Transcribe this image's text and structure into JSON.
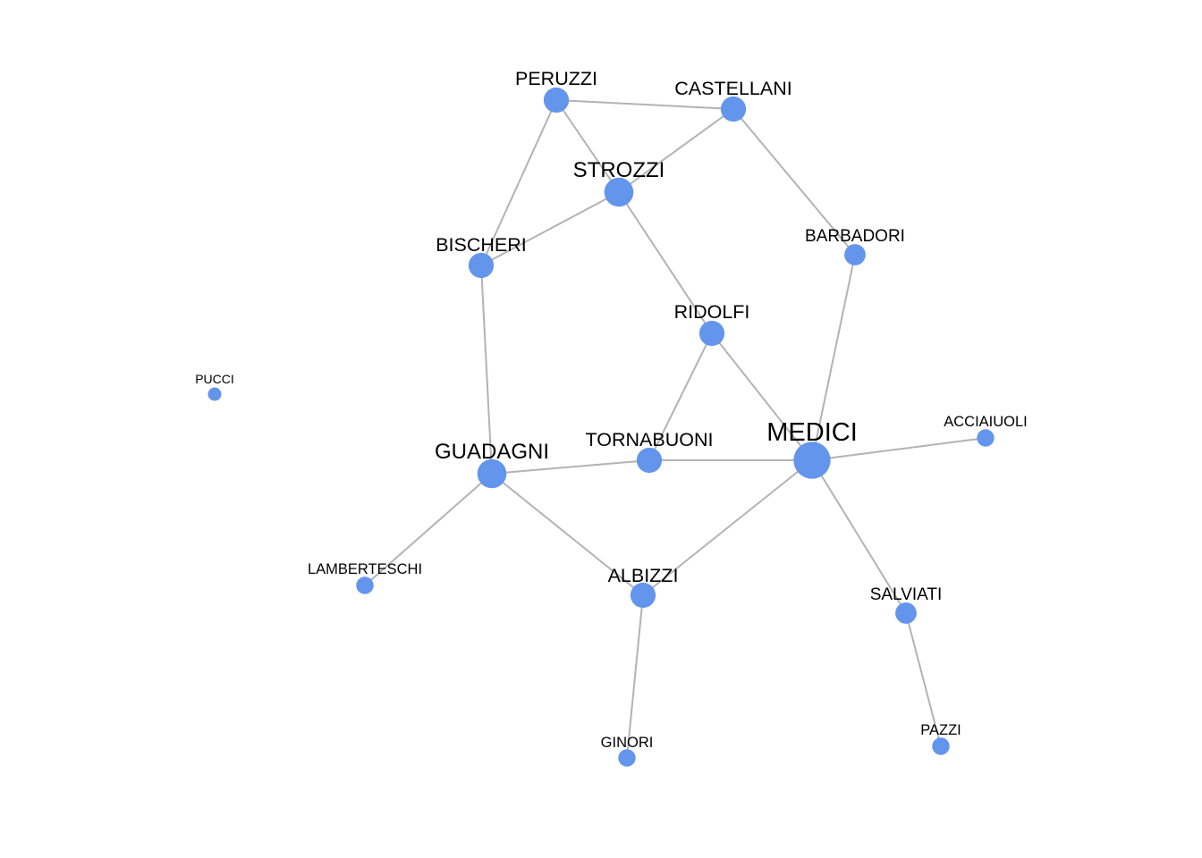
{
  "colors": {
    "background": "#ffffff",
    "node": "#6495ed",
    "edge": "#b3b3b3",
    "label": "#000000"
  },
  "nodes": [
    {
      "id": "PERUZZI",
      "label": "PERUZZI",
      "degree": 3
    },
    {
      "id": "CASTELLANI",
      "label": "CASTELLANI",
      "degree": 3
    },
    {
      "id": "STROZZI",
      "label": "STROZZI",
      "degree": 4
    },
    {
      "id": "BISCHERI",
      "label": "BISCHERI",
      "degree": 3
    },
    {
      "id": "BARBADORI",
      "label": "BARBADORI",
      "degree": 2
    },
    {
      "id": "RIDOLFI",
      "label": "RIDOLFI",
      "degree": 3
    },
    {
      "id": "PUCCI",
      "label": "PUCCI",
      "degree": 0
    },
    {
      "id": "TORNABUONI",
      "label": "TORNABUONI",
      "degree": 3
    },
    {
      "id": "MEDICI",
      "label": "MEDICI",
      "degree": 6
    },
    {
      "id": "ACCIAIUOLI",
      "label": "ACCIAIUOLI",
      "degree": 1
    },
    {
      "id": "GUADAGNI",
      "label": "GUADAGNI",
      "degree": 4
    },
    {
      "id": "LAMBERTESCHI",
      "label": "LAMBERTESCHI",
      "degree": 1
    },
    {
      "id": "ALBIZZI",
      "label": "ALBIZZI",
      "degree": 3
    },
    {
      "id": "SALVIATI",
      "label": "SALVIATI",
      "degree": 2
    },
    {
      "id": "GINORI",
      "label": "GINORI",
      "degree": 1
    },
    {
      "id": "PAZZI",
      "label": "PAZZI",
      "degree": 1
    }
  ],
  "edges": [
    [
      "PERUZZI",
      "CASTELLANI"
    ],
    [
      "PERUZZI",
      "STROZZI"
    ],
    [
      "PERUZZI",
      "BISCHERI"
    ],
    [
      "CASTELLANI",
      "STROZZI"
    ],
    [
      "CASTELLANI",
      "BARBADORI"
    ],
    [
      "STROZZI",
      "BISCHERI"
    ],
    [
      "STROZZI",
      "RIDOLFI"
    ],
    [
      "BISCHERI",
      "GUADAGNI"
    ],
    [
      "BARBADORI",
      "MEDICI"
    ],
    [
      "RIDOLFI",
      "MEDICI"
    ],
    [
      "RIDOLFI",
      "TORNABUONI"
    ],
    [
      "TORNABUONI",
      "MEDICI"
    ],
    [
      "TORNABUONI",
      "GUADAGNI"
    ],
    [
      "MEDICI",
      "ACCIAIUOLI"
    ],
    [
      "MEDICI",
      "ALBIZZI"
    ],
    [
      "MEDICI",
      "SALVIATI"
    ],
    [
      "GUADAGNI",
      "LAMBERTESCHI"
    ],
    [
      "GUADAGNI",
      "ALBIZZI"
    ],
    [
      "ALBIZZI",
      "GINORI"
    ],
    [
      "SALVIATI",
      "PAZZI"
    ]
  ]
}
